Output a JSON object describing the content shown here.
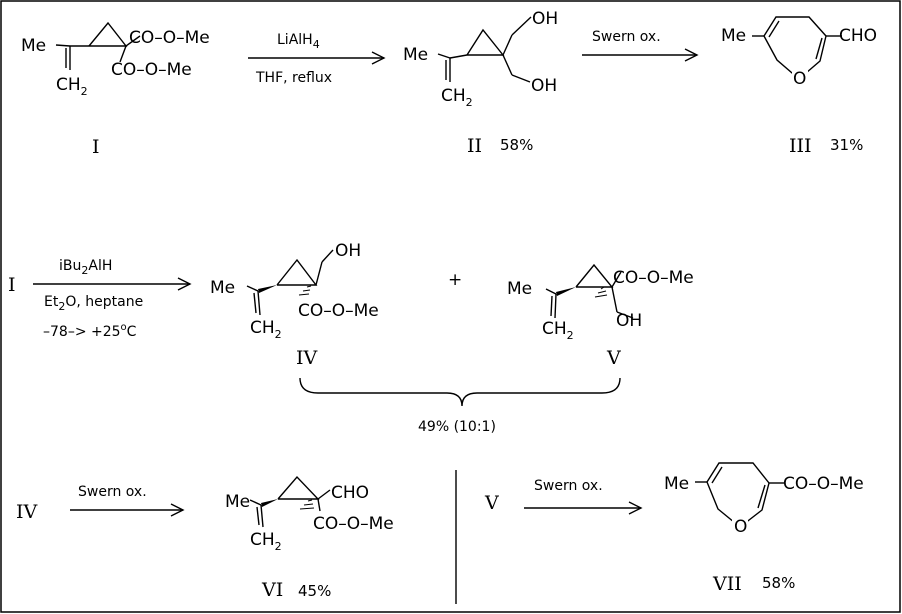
{
  "compounds": {
    "I": {
      "id": "I",
      "me": "Me",
      "ester_top": "CO–O–Me",
      "ester_bottom": "CO–O–Me",
      "ch": "CH",
      "ch_sub": "2"
    },
    "II": {
      "id": "II",
      "yield": "58%",
      "oh_top": "OH",
      "oh_bottom": "OH",
      "me": "Me",
      "ch": "CH",
      "ch_sub": "2"
    },
    "III": {
      "id": "III",
      "yield": "31%",
      "me": "Me",
      "cho": "CHO",
      "o": "O"
    },
    "IV": {
      "id": "IV",
      "me": "Me",
      "oh": "OH",
      "ester": "CO–O–Me",
      "ch": "CH",
      "ch_sub": "2"
    },
    "V": {
      "id": "V",
      "me": "Me",
      "ester": "CO–O–Me",
      "oh": "OH",
      "ch": "CH",
      "ch_sub": "2"
    },
    "VI": {
      "id": "VI",
      "yield": "45%",
      "me": "Me",
      "cho": "CHO",
      "ester": "CO–O–Me",
      "ch": "CH",
      "ch_sub": "2"
    },
    "VII": {
      "id": "VII",
      "yield": "58%",
      "me": "Me",
      "ester": "CO–O–Me",
      "o": "O"
    }
  },
  "reactions": {
    "r1": {
      "reagent_a": "LiAlH",
      "reagent_a_sub": "4",
      "conditions": "THF,  reflux"
    },
    "r2": {
      "reagent": "Swern ox."
    },
    "r3": {
      "start": "I",
      "reagent_a": "iBu",
      "reagent_a_sub": "2",
      "reagent_b": "AlH",
      "solvent_a": "Et",
      "solvent_a_sub": "2",
      "solvent_b": "O,  heptane",
      "temp_a": "–78–>  +25",
      "temp_sup": "o",
      "temp_b": "C"
    },
    "r4": {
      "start": "IV",
      "reagent": "Swern ox."
    },
    "r5": {
      "start": "V",
      "reagent": "Swern ox."
    }
  },
  "plus": "+",
  "combined_yield": "49%  (10:1)"
}
